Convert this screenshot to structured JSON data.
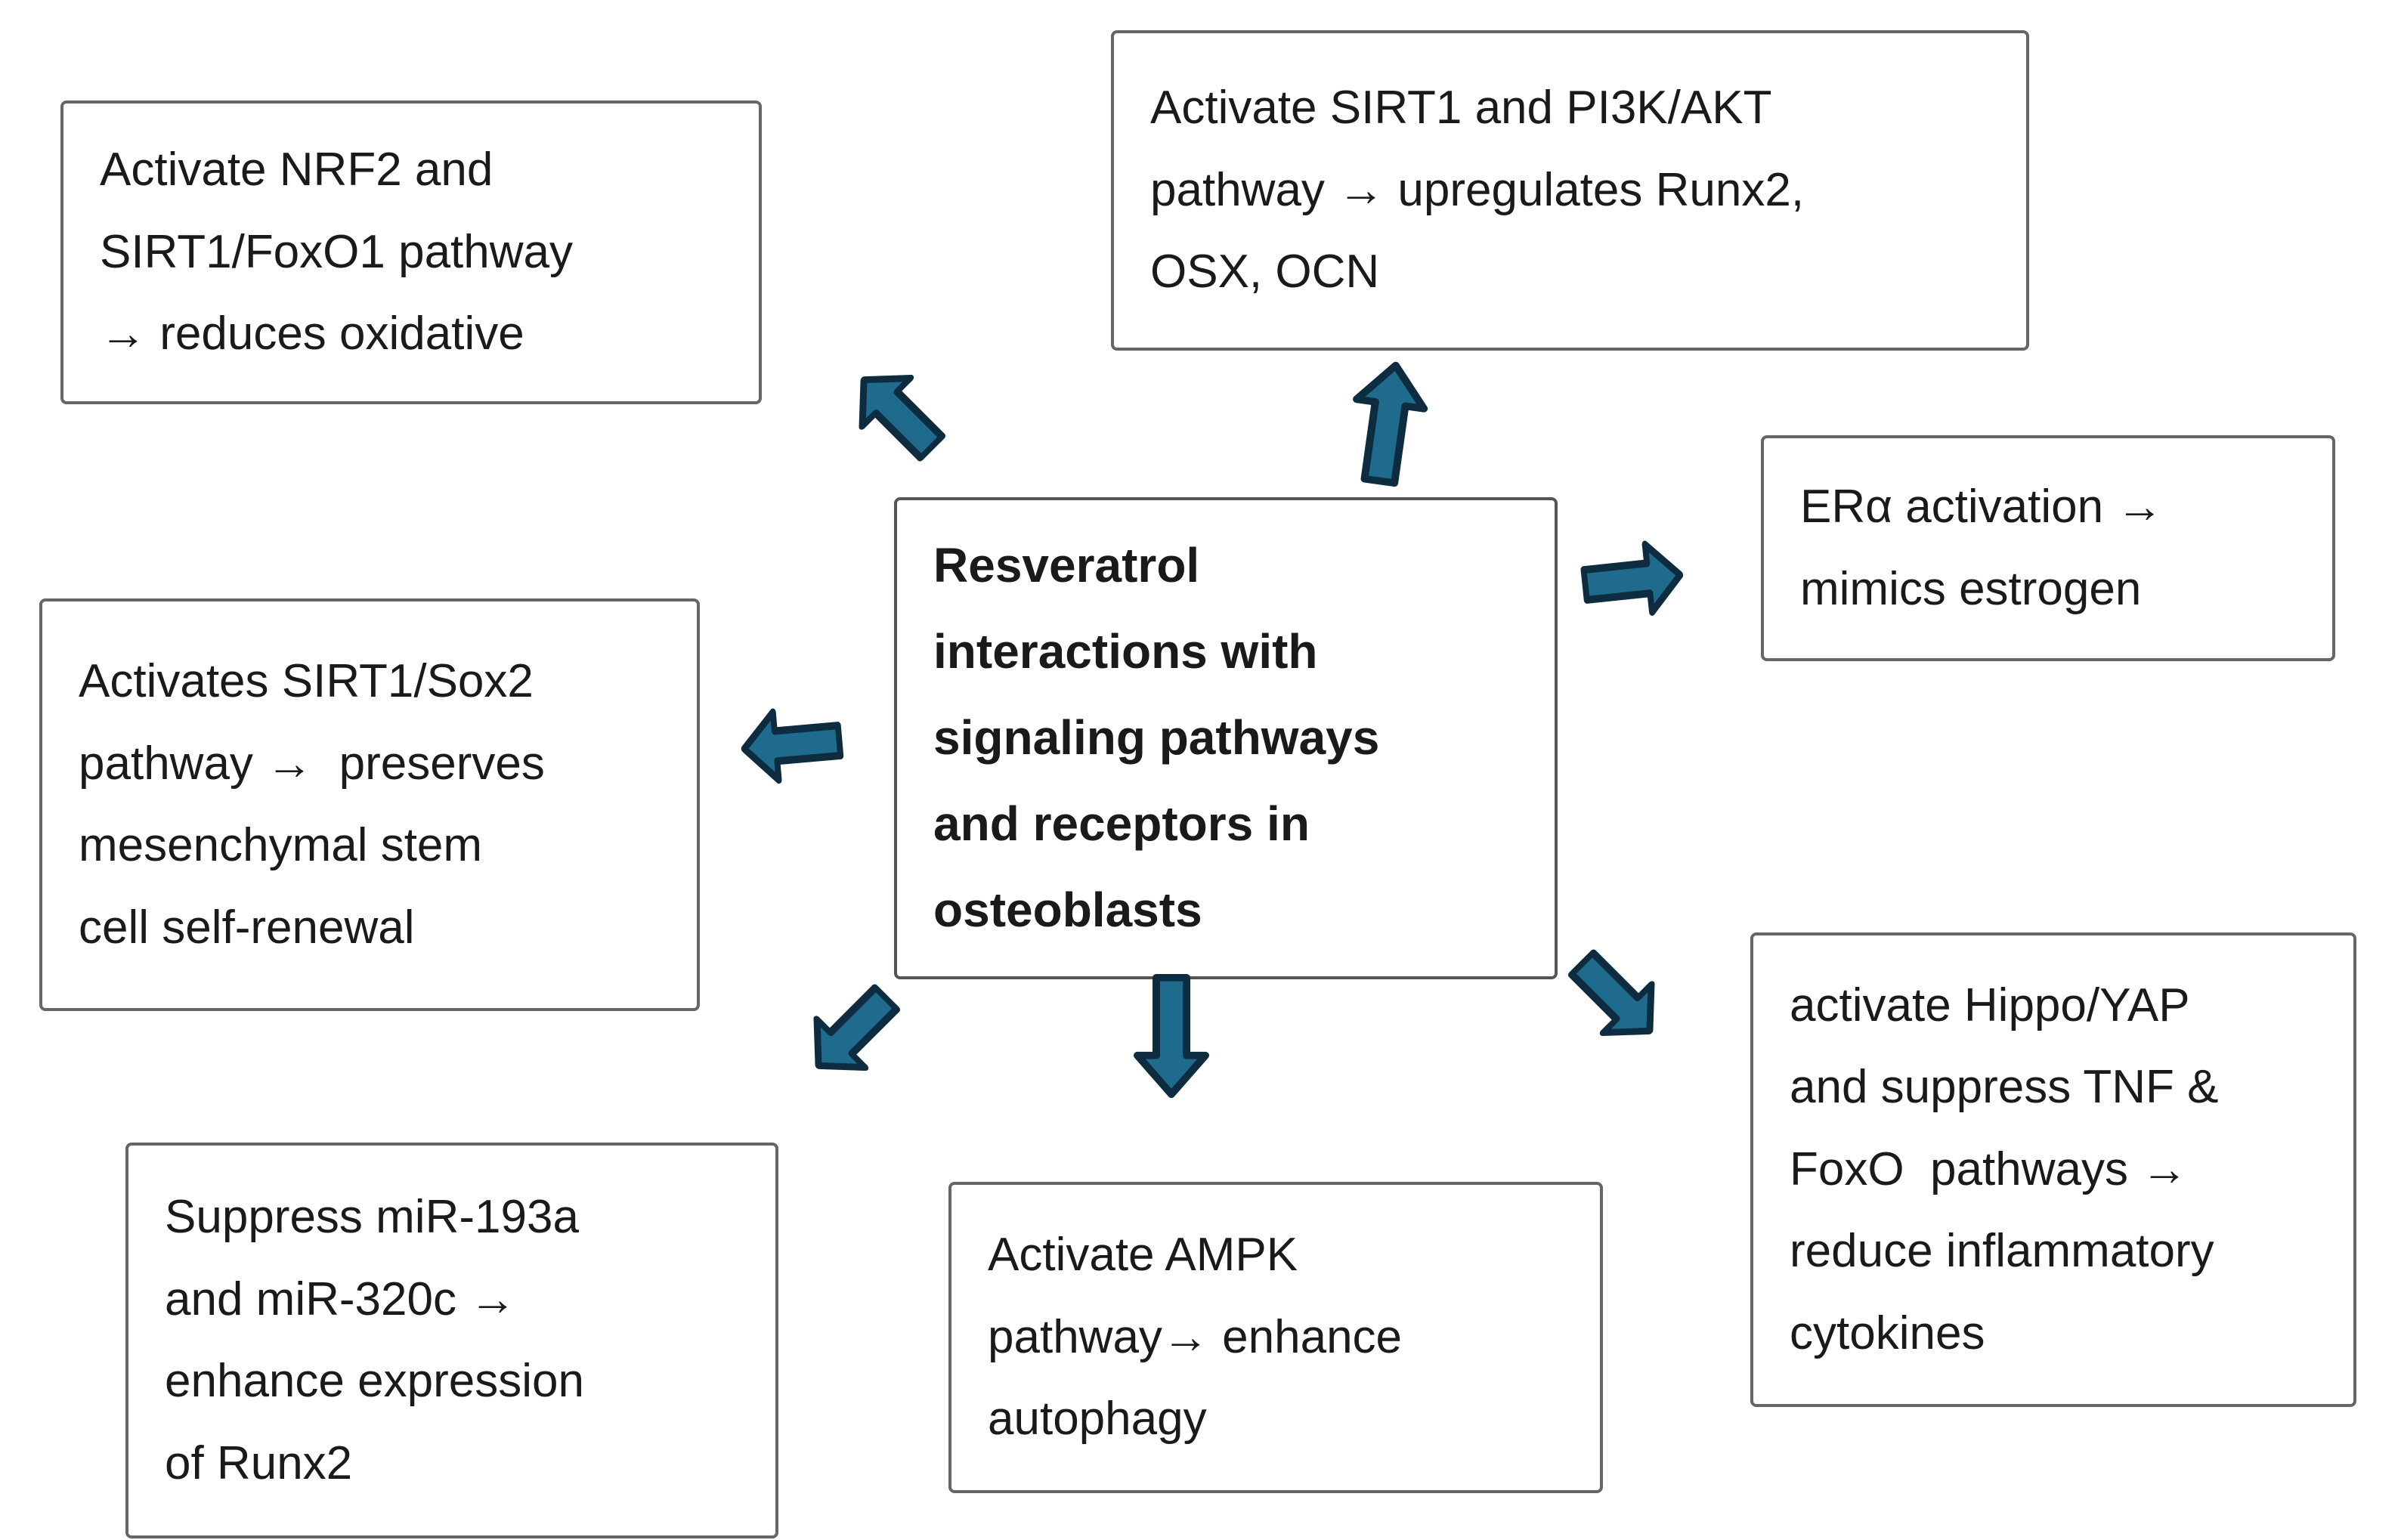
{
  "diagram": {
    "center": {
      "text": "Resveratrol\ninteractions with\nsignaling pathways\nand receptors in\nosteoblasts"
    },
    "nodes": {
      "nrf2": {
        "text": "Activate NRF2 and\nSIRT1/FoxO1 pathway\n→ reduces oxidative"
      },
      "pi3k": {
        "text": "Activate SIRT1 and PI3K/AKT\npathway → upregulates Runx2,\nOSX, OCN"
      },
      "era": {
        "text": "ERα activation →\nmimics estrogen"
      },
      "sox2": {
        "text": "Activates SIRT1/Sox2\npathway →  preserves\nmesenchymal stem\ncell self-renewal"
      },
      "mir": {
        "text": "Suppress miR-193a\nand miR-320c →\nenhance expression\nof Runx2"
      },
      "ampk": {
        "text": "Activate AMPK\npathway→ enhance\nautophagy"
      },
      "hippo": {
        "text": "activate Hippo/YAP\nand suppress TNF &\nFoxO  pathways →\nreduce inflammatory\ncytokines"
      }
    },
    "arrows": [
      {
        "name": "arrow-to-nrf2",
        "direction": "up-left"
      },
      {
        "name": "arrow-to-pi3k-akt",
        "direction": "up"
      },
      {
        "name": "arrow-to-er-alpha",
        "direction": "right"
      },
      {
        "name": "arrow-to-sox2",
        "direction": "left"
      },
      {
        "name": "arrow-to-mir",
        "direction": "down-left"
      },
      {
        "name": "arrow-to-ampk",
        "direction": "down"
      },
      {
        "name": "arrow-to-hippo-yap",
        "direction": "down-right"
      }
    ],
    "colors": {
      "background": "#ffffff",
      "text": "#1a1a1a",
      "box_border": "#666666",
      "box_border_center": "#555555",
      "arrow_fill": "#1f6b8e",
      "arrow_stroke": "#0d2c3f"
    }
  }
}
